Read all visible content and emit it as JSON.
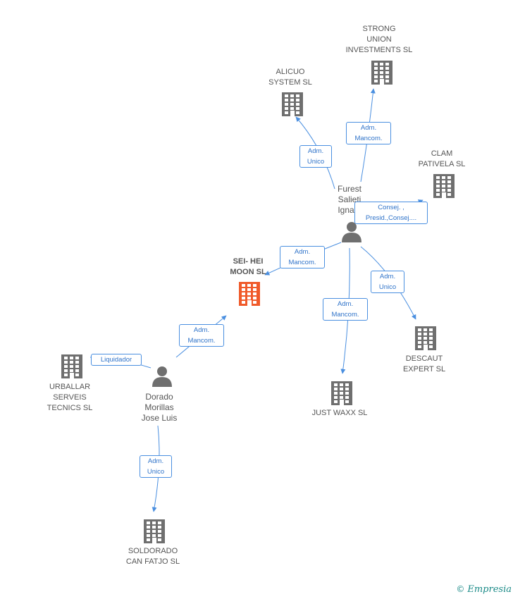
{
  "nodes": {
    "strong_union": {
      "type": "company",
      "lines": [
        "STRONG",
        "UNION",
        "INVESTMENTS SL"
      ]
    },
    "alicuo": {
      "type": "company",
      "lines": [
        "ALICUO",
        "SYSTEM SL"
      ]
    },
    "clam": {
      "type": "company",
      "lines": [
        "CLAM",
        "PATIVELA  SL"
      ]
    },
    "furest": {
      "type": "person",
      "lines": [
        "Furest",
        "Salieti",
        "Igna..."
      ]
    },
    "sei_hei": {
      "type": "company",
      "focus": true,
      "lines": [
        "SEI- HEI",
        "MOON  SL"
      ]
    },
    "descaut": {
      "type": "company",
      "lines": [
        "DESCAUT",
        "EXPERT SL"
      ]
    },
    "justwaxx": {
      "type": "company",
      "lines": [
        "JUST WAXX SL"
      ]
    },
    "urballar": {
      "type": "company",
      "lines": [
        "URBALLAR",
        "SERVEIS",
        "TECNICS SL"
      ]
    },
    "dorado": {
      "type": "person",
      "lines": [
        "Dorado",
        "Morillas",
        "Jose Luis"
      ]
    },
    "soldorado": {
      "type": "company",
      "lines": [
        "SOLDORADO",
        "CAN FATJO SL"
      ]
    }
  },
  "edges": {
    "furest_strong": {
      "lines": [
        "Adm.",
        "Mancom."
      ]
    },
    "furest_alicuo": {
      "lines": [
        "Adm.",
        "Unico"
      ]
    },
    "furest_clam": {
      "lines": [
        "Consej. ,",
        "Presid.,Consej...."
      ]
    },
    "furest_sei": {
      "lines": [
        "Adm.",
        "Mancom."
      ]
    },
    "furest_descaut": {
      "lines": [
        "Adm.",
        "Unico"
      ]
    },
    "furest_justwaxx": {
      "lines": [
        "Adm.",
        "Mancom."
      ]
    },
    "dorado_sei": {
      "lines": [
        "Adm.",
        "Mancom."
      ]
    },
    "dorado_urballar": {
      "lines": [
        "Liquidador"
      ]
    },
    "dorado_soldorado": {
      "lines": [
        "Adm.",
        "Unico"
      ]
    }
  },
  "colors": {
    "edge": "#4a8fe0",
    "company_icon": "#6f6f6f",
    "focus_icon": "#f05a2a",
    "person_icon": "#6f6f6f"
  },
  "brand": {
    "copyright": "©",
    "name": "Empresia"
  }
}
